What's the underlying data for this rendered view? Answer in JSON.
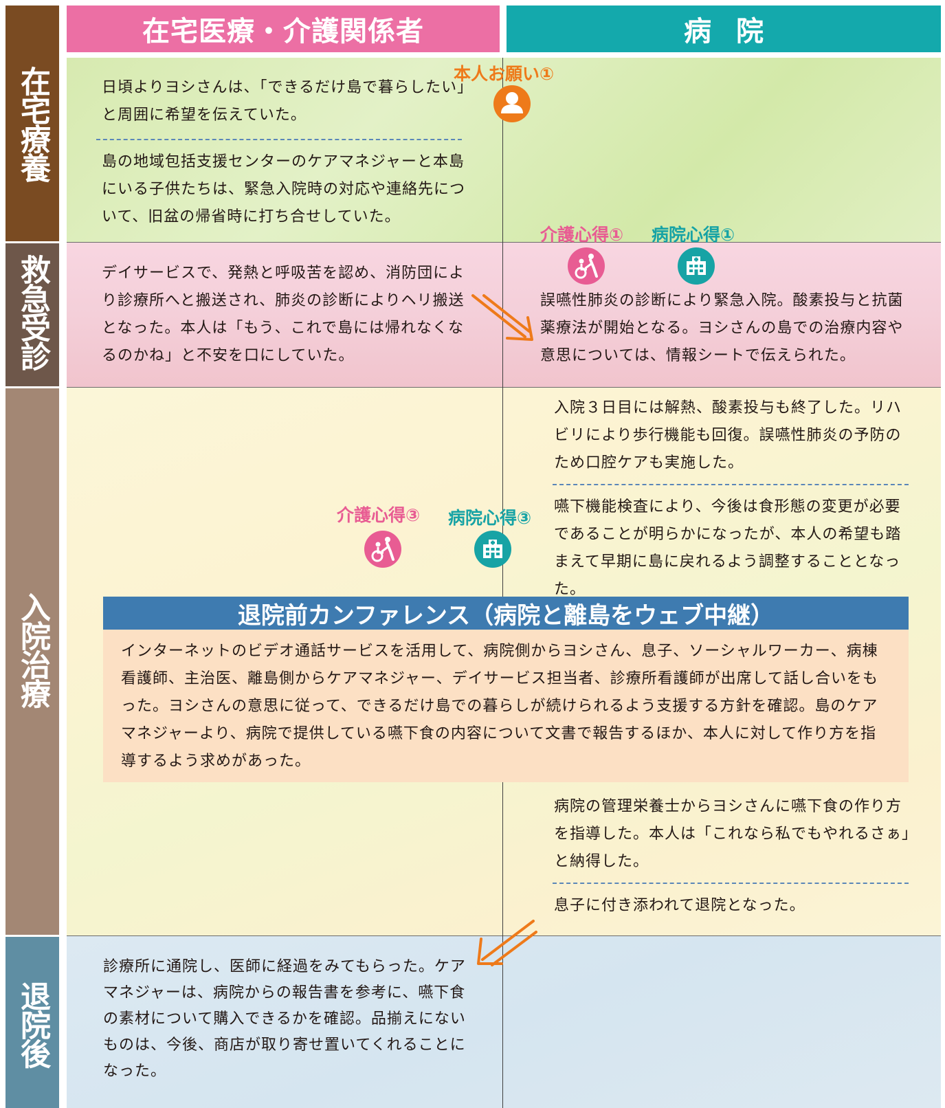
{
  "headers": {
    "left": "在宅医療・介護関係者",
    "right": "病院"
  },
  "phases": {
    "home": "在宅療養",
    "er": "救急受診",
    "hospital": "入院治療",
    "post": "退院後"
  },
  "tags": {
    "patient_wish": "本人お願い①",
    "care_tip1": "介護心得①",
    "hospital_tip1": "病院心得①",
    "care_tip3": "介護心得③",
    "hospital_tip3": "病院心得③"
  },
  "icons": {
    "patient": "person-icon",
    "care": "caregiver-wheelchair-icon",
    "hospital": "hospital-building-icon",
    "arrow": "orange-arrow"
  },
  "colors": {
    "pink_header": "#ec6fa4",
    "teal_header": "#14a9ac",
    "orange": "#ee7a1a",
    "conference_blue": "#3e7bb0"
  },
  "home": {
    "left1": "日頃よりヨシさんは、「できるだけ島で暮らしたい」と周囲に希望を伝えていた。",
    "left2": "島の地域包括支援センターのケアマネジャーと本島にいる子供たちは、緊急入院時の対応や連絡先について、旧盆の帰省時に打ち合せしていた。"
  },
  "er": {
    "left": "デイサービスで、発熱と呼吸苦を認め、消防団により診療所へと搬送され、肺炎の診断によりヘリ搬送となった。本人は「もう、これで島には帰れなくなるのかね」と不安を口にしていた。",
    "right": "誤嚥性肺炎の診断により緊急入院。酸素投与と抗菌薬療法が開始となる。ヨシさんの島での治療内容や意思については、情報シートで伝えられた。"
  },
  "hospital": {
    "right1": "入院３日目には解熱、酸素投与も終了した。リハビリにより歩行機能も回復。誤嚥性肺炎の予防のため口腔ケアも実施した。",
    "right2": "嚥下機能検査により、今後は食形態の変更が必要であることが明らかになったが、本人の希望も踏まえて早期に島に戻れるよう調整することとなった。",
    "conference_title": "退院前カンファレンス（病院と離島をウェブ中継）",
    "conference_body": "インターネットのビデオ通話サービスを活用して、病院側からヨシさん、息子、ソーシャルワーカー、病棟看護師、主治医、離島側からケアマネジャー、デイサービス担当者、診療所看護師が出席して話し合いをもった。ヨシさんの意思に従って、できるだけ島での暮らしが続けられるよう支援する方針を確認。島のケアマネジャーより、病院で提供している嚥下食の内容について文書で報告するほか、本人に対して作り方を指導するよう求めがあった。",
    "right3": "病院の管理栄養士からヨシさんに嚥下食の作り方を指導した。本人は「これなら私でもやれるさぁ」と納得した。",
    "right4": "息子に付き添われて退院となった。"
  },
  "post": {
    "left": "診療所に通院し、医師に経過をみてもらった。ケアマネジャーは、病院からの報告書を参考に、嚥下食の素材について購入できるかを確認。品揃えにないものは、今後、商店が取り寄せ置いてくれることになった。"
  }
}
